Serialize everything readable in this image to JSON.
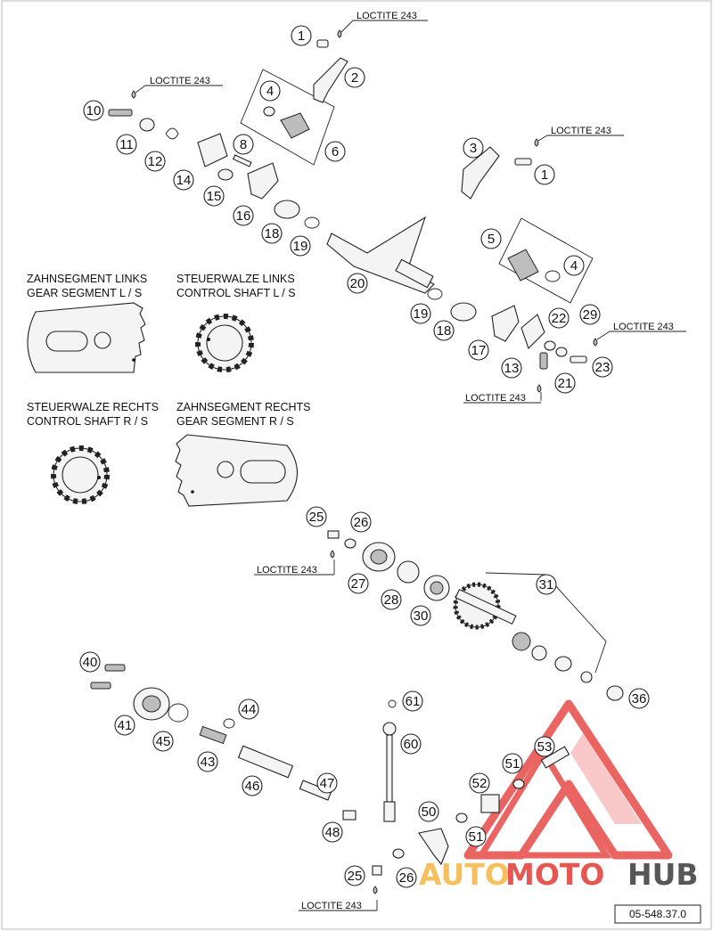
{
  "colors": {
    "line": "#222222",
    "watermark_red": "#e53935",
    "watermark_yellow": "#f5b642",
    "watermark_grey": "#3a3a3a"
  },
  "loctite_label": "LOCTITE 243",
  "captions": {
    "gear_left_de": "ZAHNSEGMENT LINKS",
    "gear_left_en": "GEAR SEGMENT L / S",
    "shaft_left_de": "STEUERWALZE LINKS",
    "shaft_left_en": "CONTROL SHAFT L / S",
    "shaft_right_de": "STEUERWALZE RECHTS",
    "shaft_right_en": "CONTROL SHAFT R / S",
    "gear_right_de": "ZAHNSEGMENT RECHTS",
    "gear_right_en": "GEAR SEGMENT R / S"
  },
  "part_numbers": [
    "1",
    "2",
    "4",
    "6",
    "10",
    "11",
    "12",
    "14",
    "15",
    "8",
    "16",
    "18",
    "19",
    "3",
    "1",
    "5",
    "4",
    "20",
    "19",
    "18",
    "17",
    "13",
    "22",
    "29",
    "23",
    "21",
    "25",
    "26",
    "27",
    "28",
    "30",
    "31",
    "36",
    "40",
    "41",
    "45",
    "44",
    "43",
    "46",
    "47",
    "48",
    "61",
    "60",
    "50",
    "26",
    "25",
    "53",
    "51",
    "52",
    "51"
  ],
  "doc_id": "05-548.37.0",
  "watermark": {
    "part1": "AUTO",
    "part2": "MOTO",
    "part3": "HUB"
  }
}
